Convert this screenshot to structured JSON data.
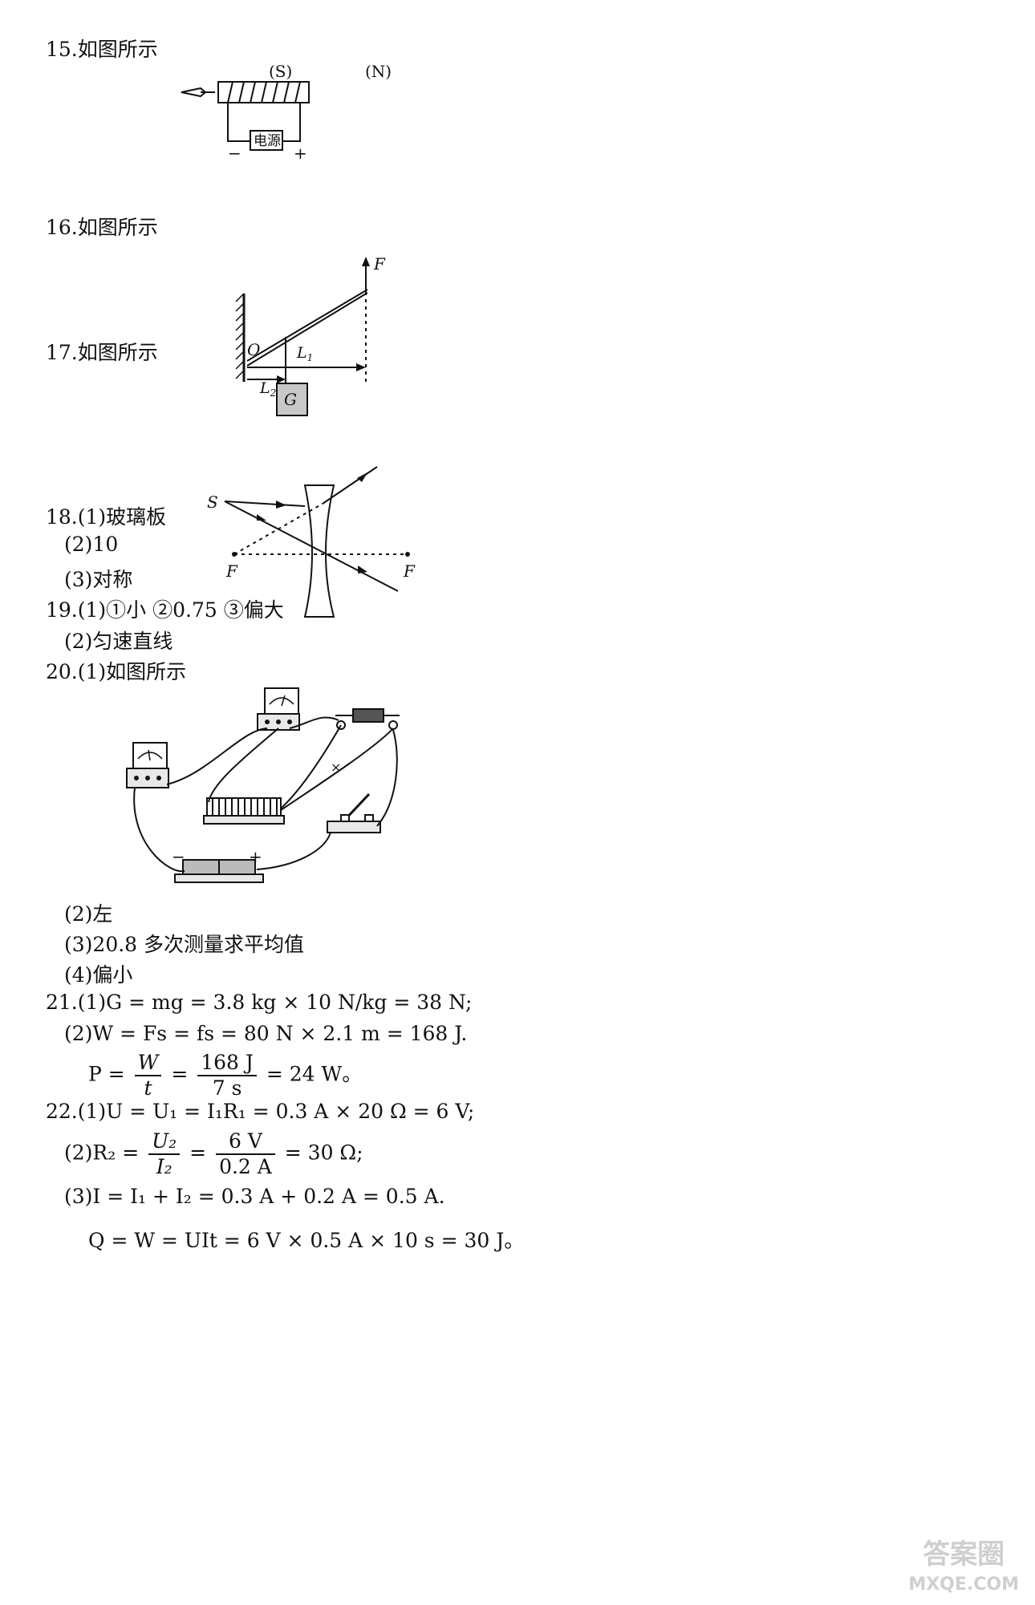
{
  "q15": {
    "label": "15.如图所示",
    "s_label": "(S)",
    "n_label": "(N)",
    "source_label": "电源",
    "minus": "−",
    "plus": "+"
  },
  "q16": {
    "label": "16.如图所示",
    "F": "F",
    "O": "O",
    "L1": "L",
    "L1_sub": "1",
    "L2": "L",
    "L2_sub": "2",
    "G": "G"
  },
  "q17": {
    "label": "17.如图所示",
    "S": "S",
    "F_left": "F",
    "F_right": "F"
  },
  "q18": {
    "a": "18.(1)玻璃板",
    "b": "(2)10",
    "c": "(3)对称"
  },
  "q19": {
    "a": "19.(1)①小   ②0.75   ③偏大",
    "b": "(2)匀速直线"
  },
  "q20": {
    "a": "20.(1)如图所示",
    "minus": "−",
    "plus": "+",
    "b": "(2)左",
    "c": "(3)20.8   多次测量求平均值",
    "d": "(4)偏小"
  },
  "q21": {
    "a": "21.(1)G = mg = 3.8 kg × 10 N/kg = 38 N;",
    "b": "(2)W = Fs = fs = 80 N × 2.1 m = 168 J.",
    "c_pre": "P =",
    "c_num1": "W",
    "c_den1": "t",
    "c_eq": "=",
    "c_num2": "168 J",
    "c_den2": "7 s",
    "c_post": "= 24 W。"
  },
  "q22": {
    "a": "22.(1)U = U₁ = I₁R₁ = 0.3 A × 20 Ω = 6 V;",
    "b_pre": "(2)R₂ =",
    "b_num1": "U₂",
    "b_den1": "I₂",
    "b_eq": "=",
    "b_num2": "6 V",
    "b_den2": "0.2 A",
    "b_post": "= 30 Ω;",
    "c": "(3)I = I₁ + I₂ = 0.3 A + 0.2 A = 0.5 A.",
    "d": "Q = W = UIt = 6 V × 0.5 A × 10 s = 30 J。"
  },
  "watermark": {
    "line1": "答案圈",
    "line2": "MXQE.COM"
  }
}
